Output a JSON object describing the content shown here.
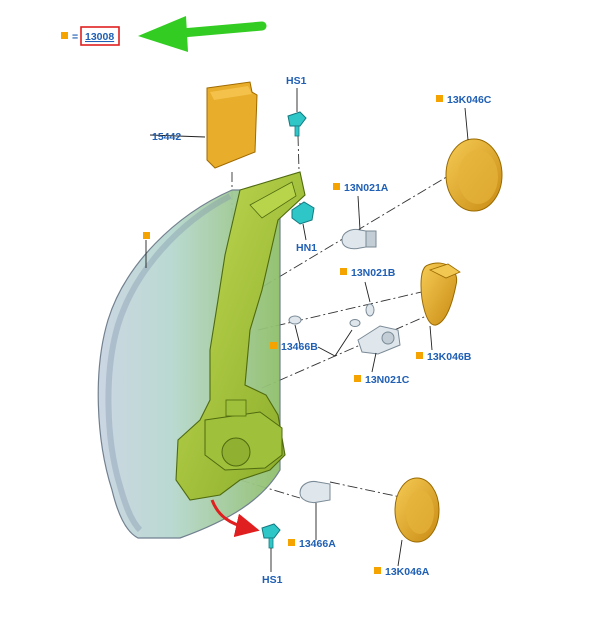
{
  "legend": {
    "equals": "=",
    "part_number": "13008"
  },
  "labels": {
    "hs1_top": "HS1",
    "p15442": "15442",
    "p13k046c": "13K046C",
    "p13n021a": "13N021A",
    "hn1": "HN1",
    "housing_marker": "",
    "p13n021b": "13N021B",
    "p13466b": "13466B",
    "p13k046b": "13K046B",
    "p13n021c": "13N021C",
    "p13466a": "13466A",
    "p13k046a": "13K046A",
    "hs1_bottom": "HS1"
  },
  "colors": {
    "label_text": "#1f5fb4",
    "marker": "#f5a300",
    "highlight_box": "#e02020",
    "green_arrow": "#33cc22",
    "red_arrow": "#e02020",
    "housing_green": "#a8c83a",
    "lens": "#b9d6d2",
    "cap_orange": "#e8ad2a",
    "bulb": "#dfe7ec",
    "screw_cyan": "#2fc6c8"
  },
  "icons": [
    "green-arrow-icon",
    "red-arrow-icon",
    "screw-icon",
    "bulb-icon",
    "cap-icon"
  ]
}
